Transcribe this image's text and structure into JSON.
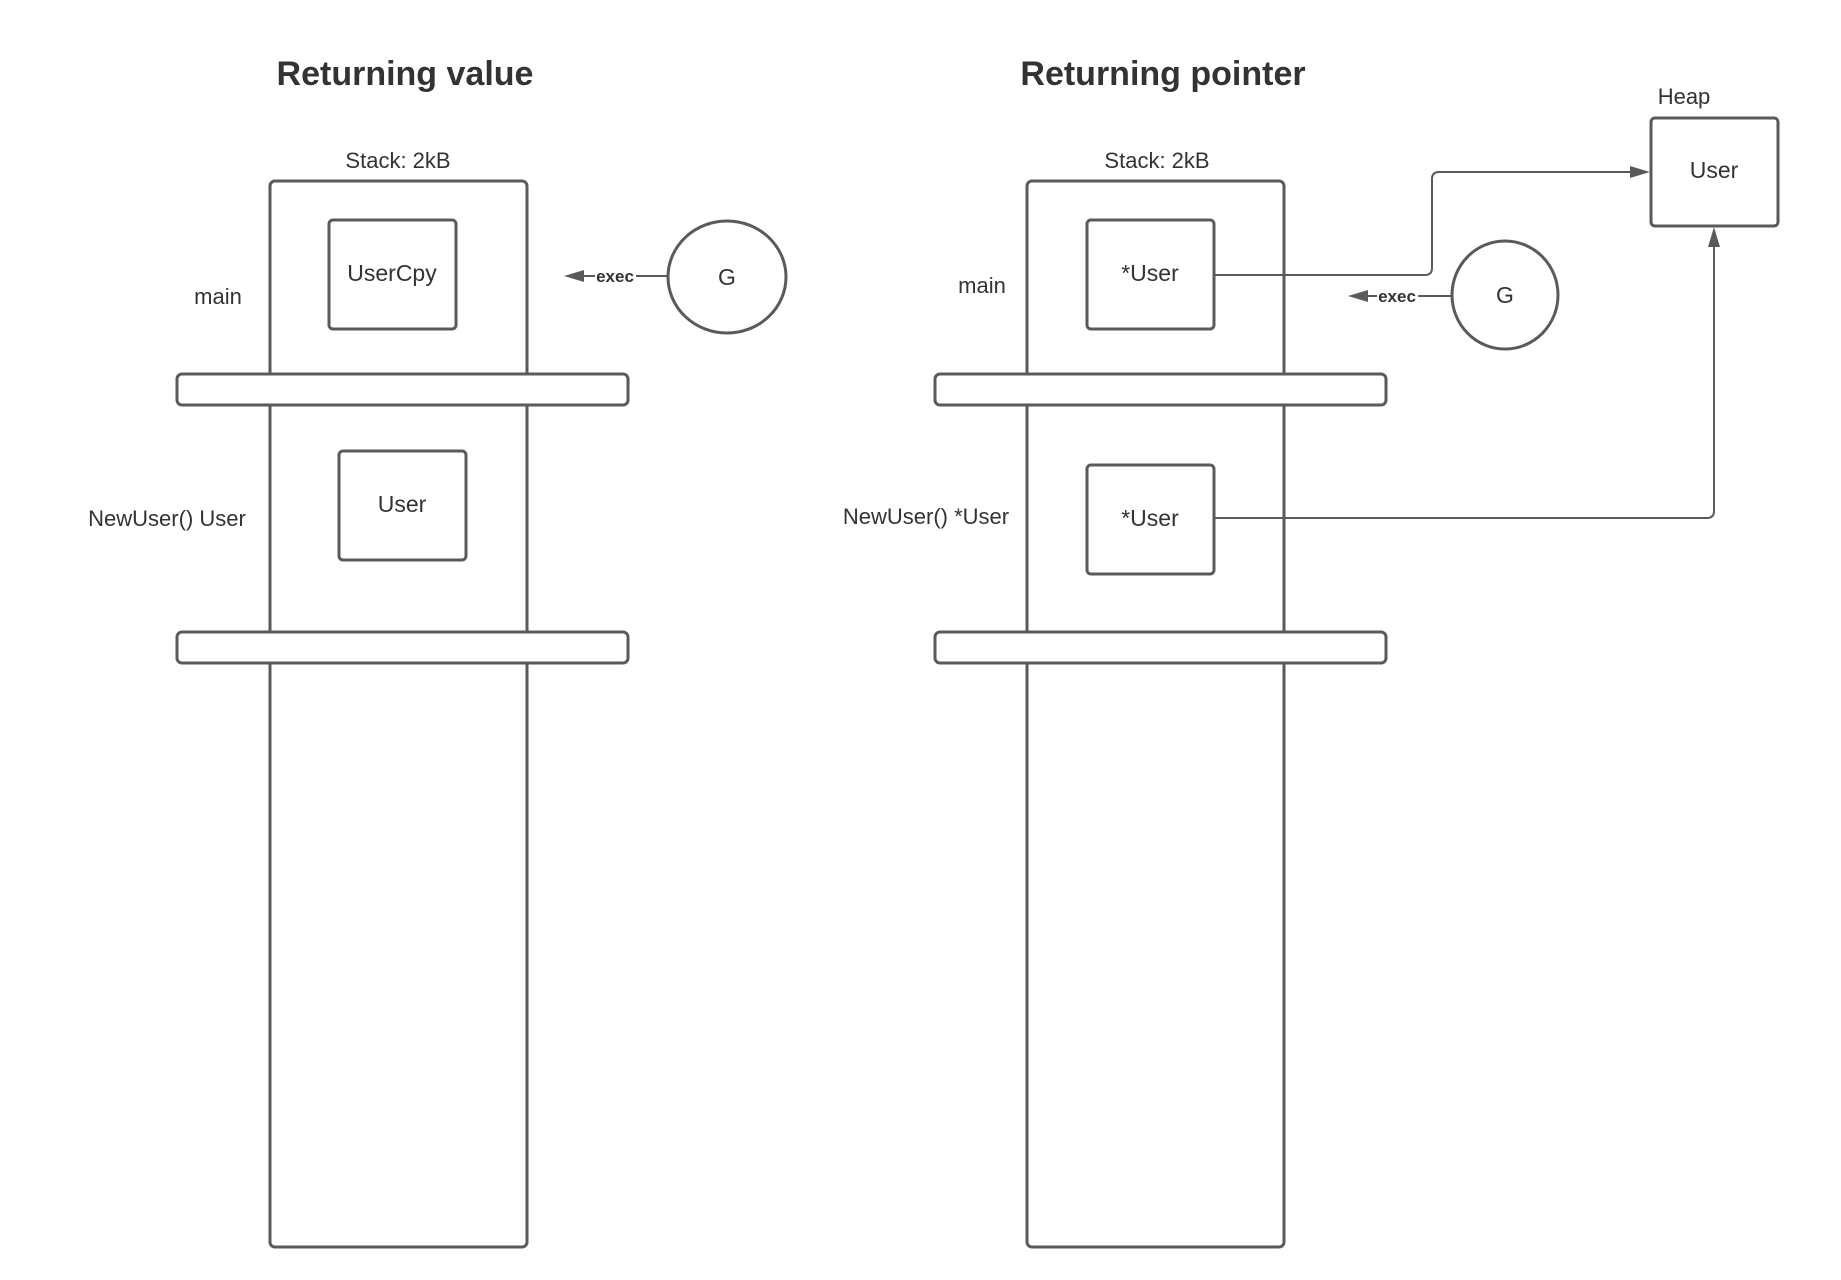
{
  "value_panel": {
    "title": "Returning value",
    "stack_label": "Stack: 2kB",
    "frame_main_label": "main",
    "frame_newuser_label": "NewUser() User",
    "main_box_label": "UserCpy",
    "newuser_box_label": "User",
    "goroutine_label": "G",
    "exec_label": "exec"
  },
  "pointer_panel": {
    "title": "Returning pointer",
    "stack_label": "Stack: 2kB",
    "frame_main_label": "main",
    "frame_newuser_label": "NewUser() *User",
    "main_box_label": "*User",
    "newuser_box_label": "*User",
    "goroutine_label": "G",
    "exec_label": "exec",
    "heap_label": "Heap",
    "heap_box_label": "User"
  },
  "colors": {
    "stroke": "#5a5a5a",
    "text": "#333333",
    "background": "#ffffff"
  }
}
